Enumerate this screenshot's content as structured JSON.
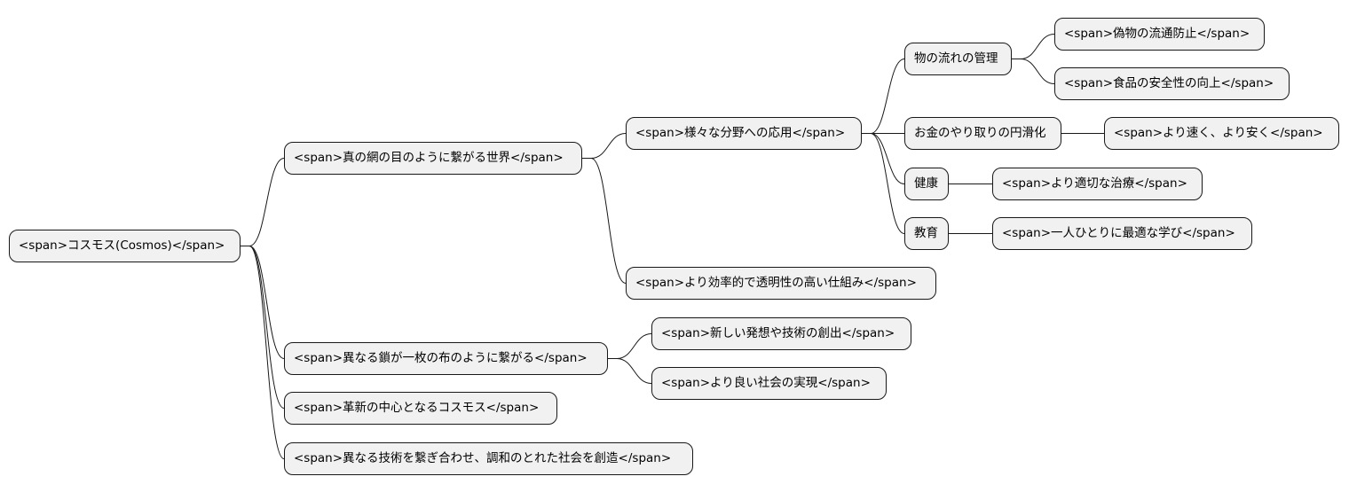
{
  "mindmap": {
    "root": {
      "label": "<span>コスモス(Cosmos)</span>",
      "children": [
        {
          "label": "<span>真の網の目のように繋がる世界</span>",
          "children": [
            {
              "label": "<span>様々な分野への応用</span>",
              "children": [
                {
                  "label": "物の流れの管理",
                  "children": [
                    {
                      "label": "<span>偽物の流通防止</span>"
                    },
                    {
                      "label": "<span>食品の安全性の向上</span>"
                    }
                  ]
                },
                {
                  "label": "お金のやり取りの円滑化",
                  "children": [
                    {
                      "label": "<span>より速く、より安く</span>"
                    }
                  ]
                },
                {
                  "label": "健康",
                  "children": [
                    {
                      "label": "<span>より適切な治療</span>"
                    }
                  ]
                },
                {
                  "label": "教育",
                  "children": [
                    {
                      "label": "<span>一人ひとりに最適な学び</span>"
                    }
                  ]
                }
              ]
            },
            {
              "label": "<span>より効率的で透明性の高い仕組み</span>"
            }
          ]
        },
        {
          "label": "<span>異なる鎖が一枚の布のように繋がる</span>",
          "children": [
            {
              "label": "<span>新しい発想や技術の創出</span>"
            },
            {
              "label": "<span>より良い社会の実現</span>"
            }
          ]
        },
        {
          "label": "<span>革新の中心となるコスモス</span>"
        },
        {
          "label": "<span>異なる技術を繋ぎ合わせ、調和のとれた社会を創造</span>"
        }
      ]
    }
  }
}
